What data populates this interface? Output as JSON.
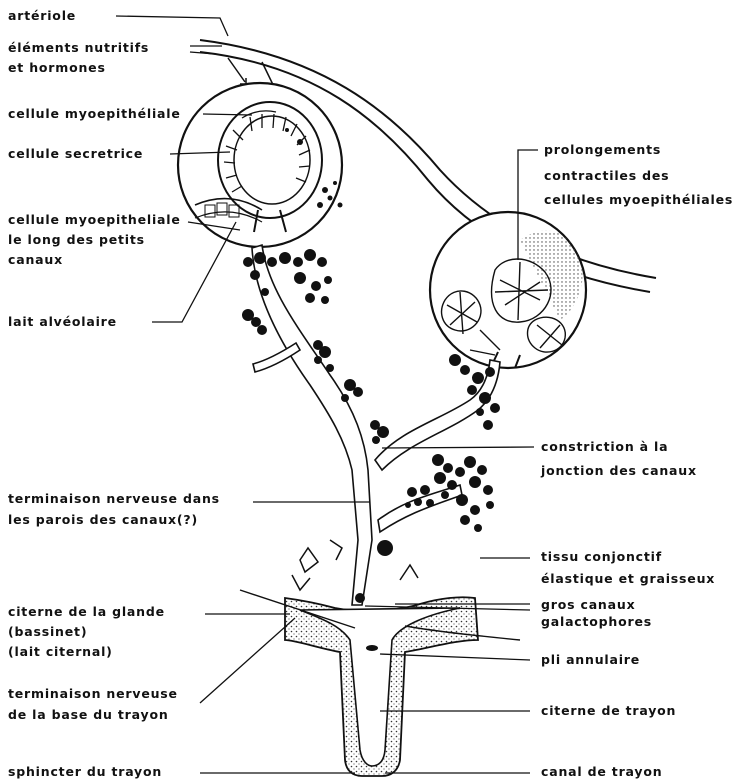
{
  "labels": {
    "arteriole": "artériole",
    "elements_nutritifs": [
      "éléments nutritifs",
      "et hormones"
    ],
    "cellule_myoepitheliale": "cellule myoepithéliale",
    "cellule_secretrice": "cellule secretrice",
    "cellule_myo_petits_canaux": [
      "cellule myoepitheliale",
      "le long des petits",
      "canaux"
    ],
    "lait_alveolaire": "lait alvéolaire",
    "prolongements": [
      "prolongements",
      "contractiles des",
      "cellules myoepithéliales"
    ],
    "constriction": [
      "constriction à la",
      "jonction des canaux"
    ],
    "terminaison_canaux": [
      "terminaison nerveuse dans",
      "les parois des canaux(?)"
    ],
    "tissu_conjonctif": [
      "tissu conjonctif",
      "élastique et graisseux"
    ],
    "citerne_glande": [
      "citerne de la glande",
      "(bassinet)",
      "(lait citernal)"
    ],
    "gros_canaux": [
      "gros canaux",
      "galactophores"
    ],
    "pli_annulaire": "pli annulaire",
    "terminaison_trayon": [
      "terminaison nerveuse",
      "de la base du trayon"
    ],
    "citerne_trayon": "citerne de trayon",
    "sphincter": "sphincter du trayon",
    "canal_trayon": "canal de trayon"
  }
}
